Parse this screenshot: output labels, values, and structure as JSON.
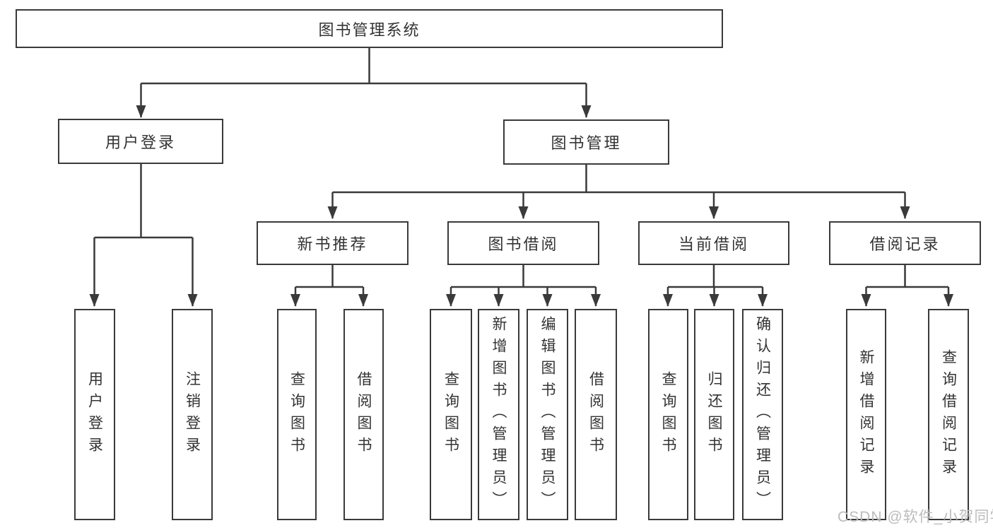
{
  "tree": {
    "root": {
      "label": "图书管理系统",
      "children": [
        {
          "label": "用户登录",
          "children": [
            {
              "label": "用户登录"
            },
            {
              "label": "注销登录"
            }
          ]
        },
        {
          "label": "图书管理",
          "children": [
            {
              "label": "新书推荐",
              "children": [
                {
                  "label": "查询图书"
                },
                {
                  "label": "借阅图书"
                }
              ]
            },
            {
              "label": "图书借阅",
              "children": [
                {
                  "label": "查询图书"
                },
                {
                  "label": "新增图书（管理员）"
                },
                {
                  "label": "编辑图书（管理员）"
                },
                {
                  "label": "借阅图书"
                }
              ]
            },
            {
              "label": "当前借阅",
              "children": [
                {
                  "label": "查询图书"
                },
                {
                  "label": "归还图书"
                },
                {
                  "label": "确认归还（管理员）"
                }
              ]
            },
            {
              "label": "借阅记录",
              "children": [
                {
                  "label": "新增借阅记录"
                },
                {
                  "label": "查询借阅记录"
                }
              ]
            }
          ]
        }
      ]
    }
  },
  "watermark": {
    "text": "CSDN @软件_小贺同学"
  },
  "colors": {
    "line": "#3a3a3a",
    "text": "#333333",
    "watermark": "#bcbcbc",
    "background": "#ffffff"
  }
}
